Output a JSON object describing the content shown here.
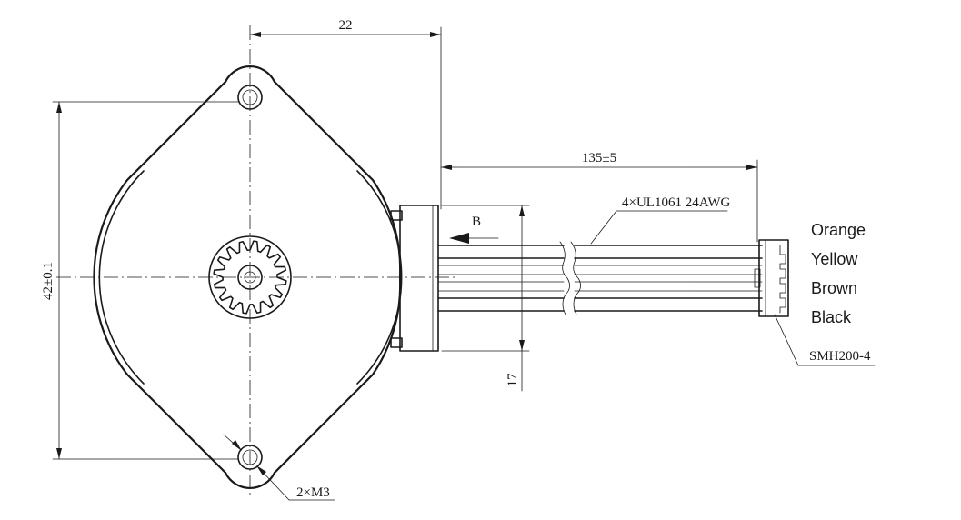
{
  "drawing": {
    "dimensions": {
      "top_width": "22",
      "height": "42±0.1",
      "lead_length": "135±5",
      "connector_width": "17"
    },
    "labels": {
      "wire_spec": "4×UL1061 24AWG",
      "view_arrow": "B",
      "connector_part": "SMH200-4",
      "mounting_holes": "2×M3"
    },
    "wire_colors": [
      "Orange",
      "Yellow",
      "Brown",
      "Black"
    ]
  }
}
